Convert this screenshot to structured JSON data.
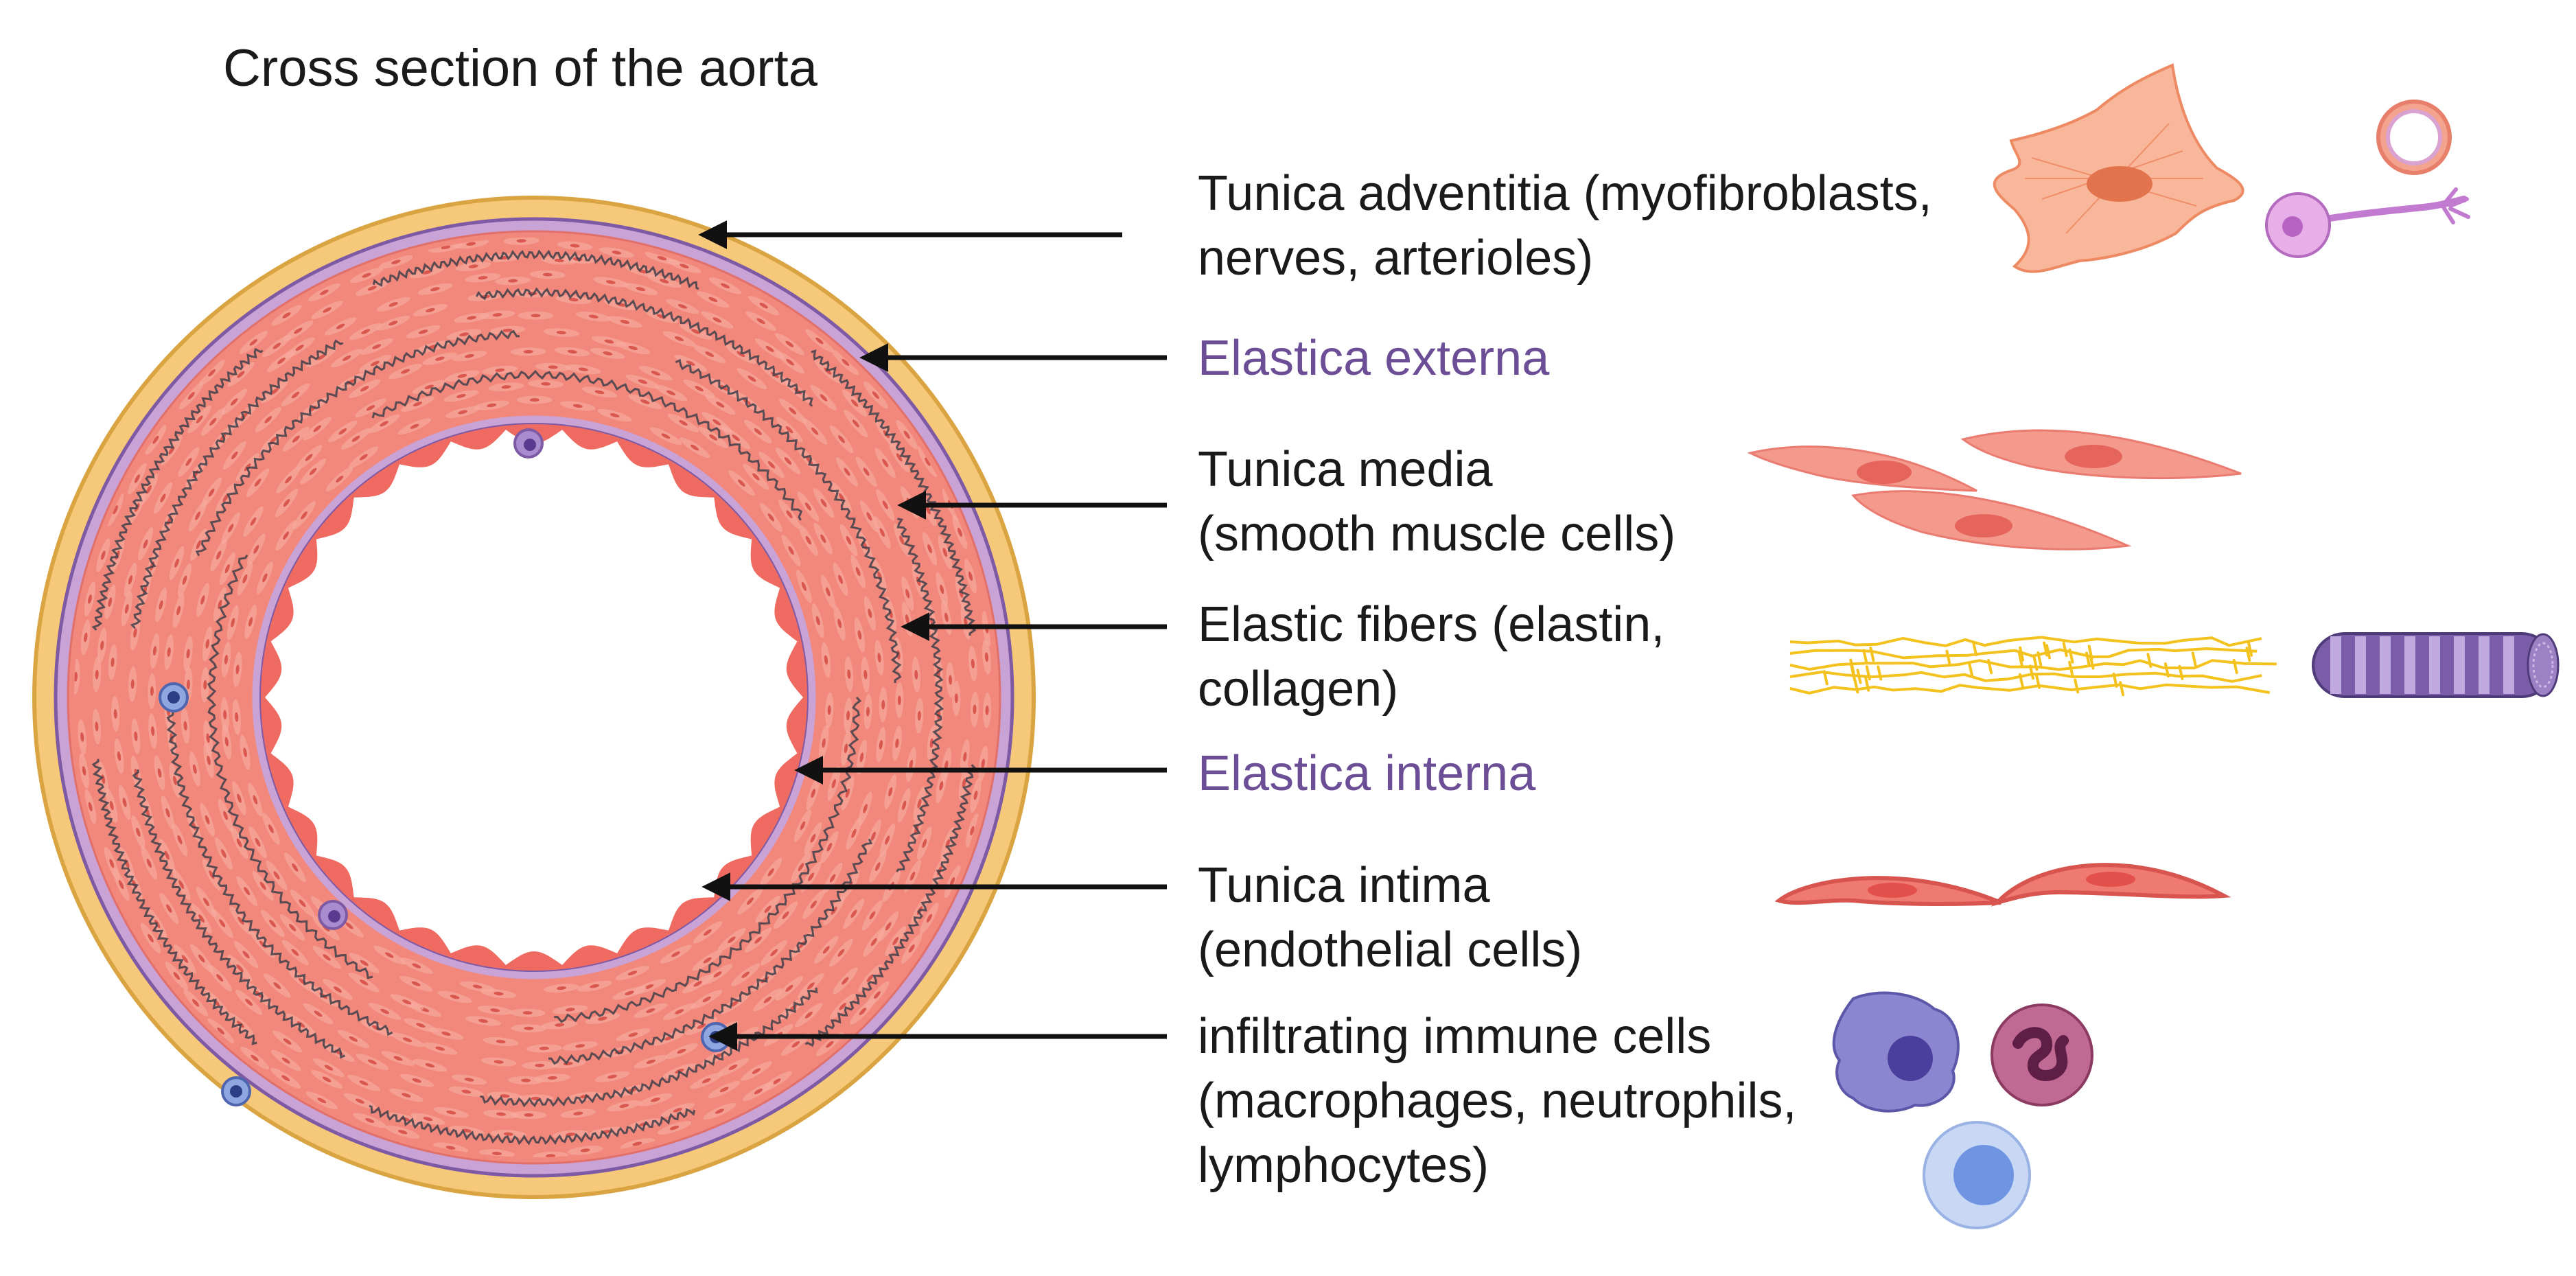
{
  "figure": {
    "title": "Cross section of the aorta",
    "colors": {
      "adventitia": "#f6c97a",
      "adventitia_edge": "#d9a441",
      "elastica": "#c9a2d6",
      "elastica_edge": "#7e5aa4",
      "media": "#f2877b",
      "media_light": "#f7a99e",
      "intima_cell": "#ef6b62",
      "fiber_wave": "#3f3f4a",
      "elastin_yellow": "#f4c21e",
      "label_purple": "#6c4e96",
      "arrow": "#111111",
      "macrophage": "#8b86cf",
      "neutrophil": "#a34b78",
      "lymphocyte": "#b7cbee"
    },
    "icons": {
      "adventitia": [
        "myofibroblast-icon",
        "arteriole-icon",
        "nerve-cell-icon"
      ],
      "media": [
        "smooth-muscle-cell-icon"
      ],
      "fibers": [
        "elastin-network-icon",
        "collagen-fiber-icon"
      ],
      "intima": [
        "endothelial-cell-icon"
      ],
      "immune": [
        "macrophage-icon",
        "neutrophil-icon",
        "lymphocyte-icon"
      ]
    }
  },
  "labels": [
    {
      "key": "adventitia",
      "color": "dark",
      "lines": [
        "Tunica adventitia (myofibroblasts,",
        "nerves, arterioles)"
      ]
    },
    {
      "key": "elastica_externa",
      "color": "purple",
      "lines": [
        "Elastica externa"
      ]
    },
    {
      "key": "media",
      "color": "dark",
      "lines": [
        "Tunica media",
        "(smooth muscle cells)"
      ]
    },
    {
      "key": "fibers",
      "color": "dark",
      "lines": [
        "Elastic fibers (elastin,",
        "collagen)"
      ]
    },
    {
      "key": "elastica_interna",
      "color": "purple",
      "lines": [
        "Elastica interna"
      ]
    },
    {
      "key": "intima",
      "color": "dark",
      "lines": [
        "Tunica intima",
        "(endothelial cells)"
      ]
    },
    {
      "key": "immune",
      "color": "dark",
      "lines": [
        "infiltrating immune cells",
        "(macrophages, neutrophils,",
        "lymphocytes)"
      ]
    }
  ]
}
